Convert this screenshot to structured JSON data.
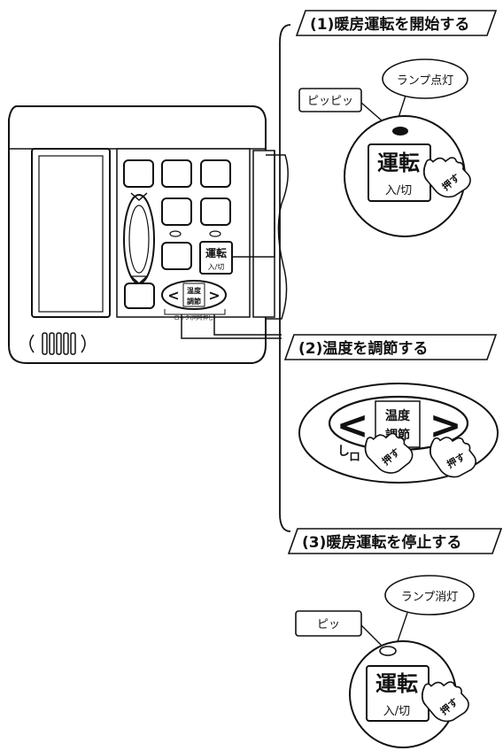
{
  "steps": [
    {
      "heading": "(1)暖房運転を開始する"
    },
    {
      "heading": "(2)温度を調節する"
    },
    {
      "heading": "(3)暖房運転を停止する"
    }
  ],
  "callouts": {
    "step1_sound": "ピッピッ",
    "step1_lamp": "ランプ点灯",
    "step3_sound": "ピッ",
    "step3_lamp": "ランプ消灯"
  },
  "buttons": {
    "run_main": "運転",
    "run_sub": "入/切",
    "temp_line1": "温度",
    "temp_line2": "調節",
    "lock_label": "ロック(同時押し)",
    "lock_short": "ロ",
    "lock_short2": "し",
    "left_arrow": "<",
    "right_arrow": ">"
  },
  "finger_label": "押す",
  "icons": [
    "remote-controller-icon",
    "finger-press-icon",
    "lamp-icon"
  ]
}
